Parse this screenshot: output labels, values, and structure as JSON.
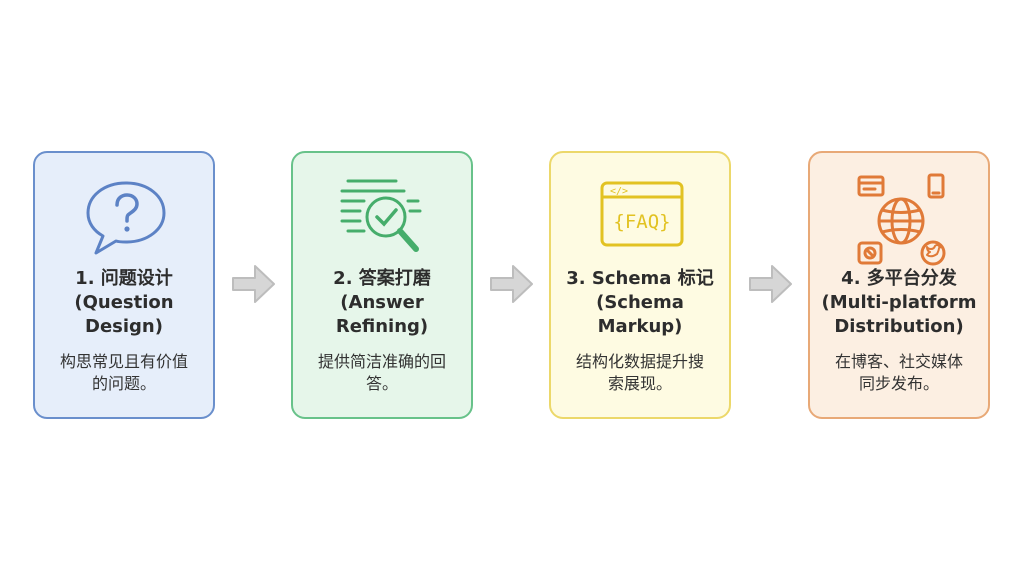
{
  "colors": {
    "blue_fill": "#e6eefa",
    "blue_border": "#6a8fcc",
    "green_fill": "#e6f6ea",
    "green_border": "#68c28a",
    "yellow_fill": "#fefbe2",
    "yellow_border": "#ecd86a",
    "orange_fill": "#fcefe2",
    "orange_border": "#e8a977",
    "arrow": "#c8c8c8"
  },
  "steps": [
    {
      "icon": "question-bubble-icon",
      "title_lines": [
        "1. 问题设计",
        "(Question",
        "Design)"
      ],
      "desc_lines": [
        "构思常见且有价值",
        "的问题。"
      ]
    },
    {
      "icon": "document-magnifier-check-icon",
      "title_lines": [
        "2. 答案打磨",
        "(Answer",
        "Refining)"
      ],
      "desc_lines": [
        "提供简洁准确的回",
        "答。"
      ]
    },
    {
      "icon": "faq-code-window-icon",
      "icon_text": "{FAQ}",
      "icon_code": "</>",
      "title_lines": [
        "3. Schema 标记",
        "(Schema",
        "Markup)"
      ],
      "desc_lines": [
        "结构化数据提升搜",
        "索展现。"
      ]
    },
    {
      "icon": "globe-multi-platform-icon",
      "title_lines": [
        "4. 多平台分发",
        "(Multi-platform",
        "Distribution)"
      ],
      "desc_lines": [
        "在博客、社交媒体",
        "同步发布。"
      ]
    }
  ],
  "arrows": [
    "arrow-right-icon",
    "arrow-right-icon",
    "arrow-right-icon"
  ]
}
